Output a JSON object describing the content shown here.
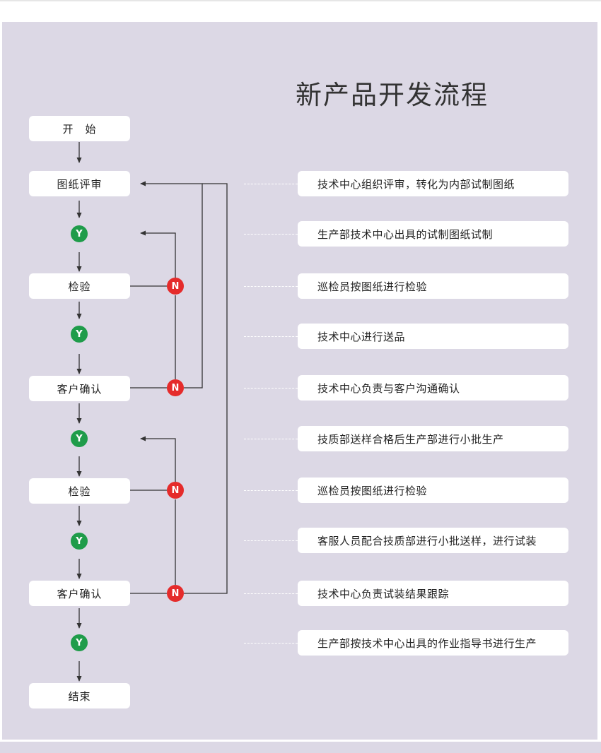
{
  "title": "新产品开发流程",
  "steps": {
    "start": "开　始",
    "drawing_review": "图纸评审",
    "inspection_1": "检验",
    "customer_confirm_1": "客户确认",
    "inspection_2": "检验",
    "customer_confirm_2": "客户确认",
    "end": "结束"
  },
  "decisions": {
    "yes": "Y",
    "no": "N"
  },
  "notes": [
    "技术中心组织评审，转化为内部试制图纸",
    "生产部技术中心出具的试制图纸试制",
    "巡检员按图纸进行检验",
    "技术中心进行送品",
    "技术中心负责与客户沟通确认",
    "技质部送样合格后生产部进行小批生产",
    "巡检员按图纸进行检验",
    "客服人员配合技质部进行小批送样，进行试装",
    "技术中心负责试装结果跟踪",
    "生产部按技术中心出具的作业指导书进行生产"
  ],
  "colors": {
    "panel": "#dcd8e5",
    "yes": "#1f9c4a",
    "no": "#e52b2b",
    "line": "#333333"
  }
}
